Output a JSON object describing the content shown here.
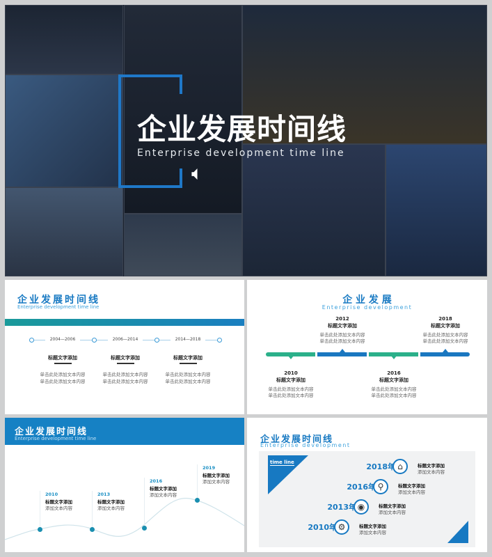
{
  "cover": {
    "title": "企业发展时间线",
    "subtitle": "Enterprise development time line",
    "speaker_icon": "speaker-icon"
  },
  "slide2": {
    "title": "企业发展时间线",
    "subtitle": "Enterprise development time line",
    "items": [
      {
        "range": "2004—2006",
        "heading": "标题文字添加",
        "lines": [
          "单击此处添加文本内容",
          "单击此处添加文本内容"
        ]
      },
      {
        "range": "2006—2014",
        "heading": "标题文字添加",
        "lines": [
          "单击此处添加文本内容",
          "单击此处添加文本内容"
        ]
      },
      {
        "range": "2014—2018",
        "heading": "标题文字添加",
        "lines": [
          "单击此处添加文本内容",
          "单击此处添加文本内容"
        ]
      }
    ]
  },
  "slide3": {
    "title": "企 业 发 展",
    "subtitle": "Enterprise development",
    "items": [
      {
        "year": "2010",
        "heading": "标题文字添加",
        "lines": [
          "单击此处添加文本内容",
          "单击此处添加文本内容"
        ]
      },
      {
        "year": "2012",
        "heading": "标题文字添加",
        "lines": [
          "单击此处添加文本内容",
          "单击此处添加文本内容"
        ]
      },
      {
        "year": "2016",
        "heading": "标题文字添加",
        "lines": [
          "单击此处添加文本内容",
          "单击此处添加文本内容"
        ]
      },
      {
        "year": "2018",
        "heading": "标题文字添加",
        "lines": [
          "单击此处添加文本内容",
          "单击此处添加文本内容"
        ]
      }
    ],
    "colors": {
      "green": "#2bb08a",
      "blue": "#1a77c0"
    }
  },
  "slide4": {
    "title": "企业发展时间线",
    "subtitle": "Enterprise development time line",
    "items": [
      {
        "year": "2010",
        "heading": "标题文字添加",
        "text": "添加文本内容"
      },
      {
        "year": "2013",
        "heading": "标题文字添加",
        "text": "添加文本内容"
      },
      {
        "year": "2016",
        "heading": "标题文字添加",
        "text": "添加文本内容"
      },
      {
        "year": "2019",
        "heading": "标题文字添加",
        "text": "添加文本内容"
      }
    ]
  },
  "slide5": {
    "title": "企业发展时间线",
    "subtitle": "Enterprise development",
    "badge": "time line",
    "items": [
      {
        "year": "2018年",
        "icon": "home-icon",
        "heading": "标题文字添加",
        "text": "添加文本内容"
      },
      {
        "year": "2016年",
        "icon": "search-icon",
        "heading": "标题文字添加",
        "text": "添加文本内容"
      },
      {
        "year": "2013年",
        "icon": "film-reel-icon",
        "heading": "标题文字添加",
        "text": "添加文本内容"
      },
      {
        "year": "2010年",
        "icon": "gear-icon",
        "heading": "标题文字添加",
        "text": "添加文本内容"
      }
    ]
  }
}
